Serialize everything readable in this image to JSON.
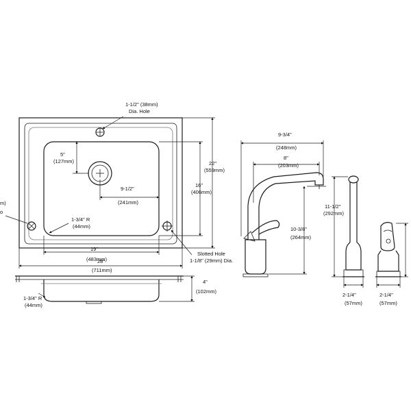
{
  "labels": {
    "drain_hole_size": "1-1/2\" (38mm)",
    "drain_hole_type": "Dia. Hole",
    "bowl_offset_in": "5\"",
    "bowl_offset_mm": "(127mm)",
    "overall_depth_in": "22\"",
    "overall_depth_mm": "(559mm)",
    "bowl_depth_in": "16\"",
    "bowl_depth_mm": "(406mm)",
    "drain_center_in": "9-1/2\"",
    "drain_center_mm": "(241mm)",
    "corner_radius_in": "1-3/4\" R",
    "corner_radius_mm": "(44mm)",
    "bowl_width_in": "19\"",
    "bowl_width_mm": "(483mm)",
    "overall_width_in": "28\"",
    "overall_width_mm": "(711mm)",
    "slotted_hole_title": "Slotted Hole",
    "slotted_hole_size": "1-1/8\" (29mm) Dia.",
    "cut_left_1": "m)",
    "cut_left_2": "o",
    "side_radius_in": "1-3/4\" R",
    "side_radius_mm": "(44mm)",
    "sink_height_in": "4\"",
    "sink_height_mm": "(102mm)",
    "faucet_reach_in": "9-3/4\"",
    "faucet_reach_mm": "(248mm)",
    "spout_reach_in": "8\"",
    "spout_reach_mm": "(203mm)",
    "faucet_height_in": "10-3/8\"",
    "faucet_height_mm": "(264mm)",
    "sprayer_height_in": "11-1/2\"",
    "sprayer_height_mm": "(292mm)",
    "sprayer_base_in": "2-1/4\"",
    "sprayer_base_mm": "(57mm)",
    "handle_base_in": "2-1/4\"",
    "handle_base_mm": "(57mm)"
  }
}
